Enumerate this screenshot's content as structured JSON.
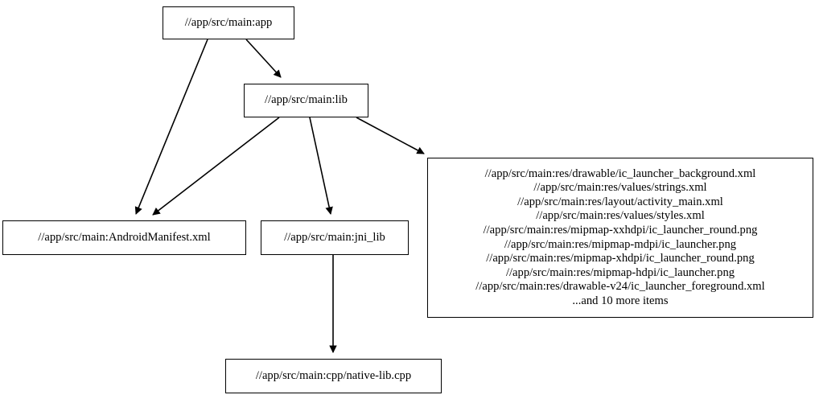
{
  "graph": {
    "type": "directed-dependency-graph",
    "background_color": "#ffffff",
    "node_border_color": "#000000",
    "edge_color": "#000000",
    "nodes": [
      {
        "id": "app",
        "label": "//app/src/main:app"
      },
      {
        "id": "lib",
        "label": "//app/src/main:lib"
      },
      {
        "id": "manifest",
        "label": "//app/src/main:AndroidManifest.xml"
      },
      {
        "id": "jni_lib",
        "label": "//app/src/main:jni_lib"
      },
      {
        "id": "native_lib",
        "label": "//app/src/main:cpp/native-lib.cpp"
      },
      {
        "id": "res",
        "label": "//app/src/main:res/drawable/ic_launcher_background.xml\n//app/src/main:res/values/strings.xml\n//app/src/main:res/layout/activity_main.xml\n//app/src/main:res/values/styles.xml\n//app/src/main:res/mipmap-xxhdpi/ic_launcher_round.png\n//app/src/main:res/mipmap-mdpi/ic_launcher.png\n//app/src/main:res/mipmap-xhdpi/ic_launcher_round.png\n//app/src/main:res/mipmap-hdpi/ic_launcher.png\n//app/src/main:res/drawable-v24/ic_launcher_foreground.xml\n...and 10 more items",
        "lines": [
          "//app/src/main:res/drawable/ic_launcher_background.xml",
          "//app/src/main:res/values/strings.xml",
          "//app/src/main:res/layout/activity_main.xml",
          "//app/src/main:res/values/styles.xml",
          "//app/src/main:res/mipmap-xxhdpi/ic_launcher_round.png",
          "//app/src/main:res/mipmap-mdpi/ic_launcher.png",
          "//app/src/main:res/mipmap-xhdpi/ic_launcher_round.png",
          "//app/src/main:res/mipmap-hdpi/ic_launcher.png",
          "//app/src/main:res/drawable-v24/ic_launcher_foreground.xml",
          "...and 10 more items"
        ]
      }
    ],
    "edges": [
      {
        "from": "app",
        "to": "manifest"
      },
      {
        "from": "app",
        "to": "lib"
      },
      {
        "from": "lib",
        "to": "manifest"
      },
      {
        "from": "lib",
        "to": "jni_lib"
      },
      {
        "from": "lib",
        "to": "res"
      },
      {
        "from": "jni_lib",
        "to": "native_lib"
      }
    ]
  }
}
